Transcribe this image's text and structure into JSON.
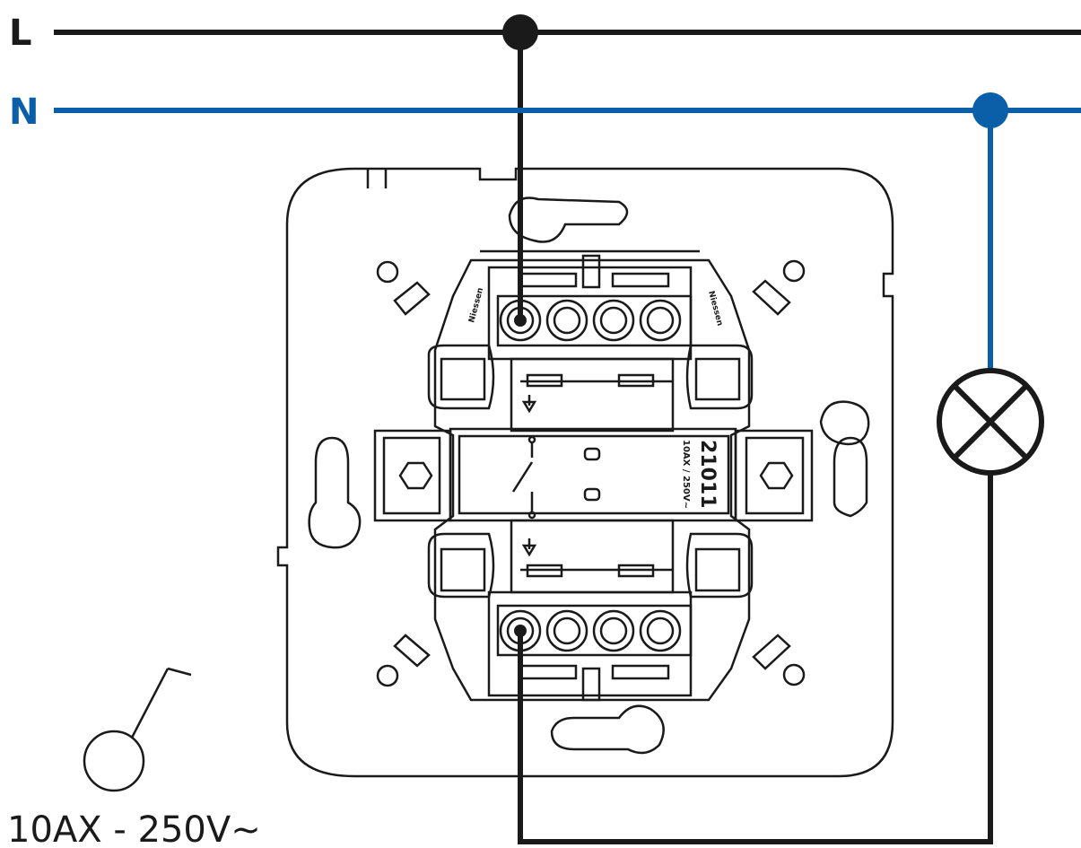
{
  "lines": {
    "live_label": "L",
    "neutral_label": "N",
    "live_color": "#1a1a1a",
    "neutral_color": "#0b5ea8"
  },
  "switch": {
    "model": "21011",
    "rating_small": "10AX / 250V~",
    "terminal_mark_left": "Niessen",
    "terminal_mark_right": "Niessen"
  },
  "symbol": {
    "rating": "10AX - 250V~"
  },
  "load": {
    "icon": "lamp-icon"
  }
}
